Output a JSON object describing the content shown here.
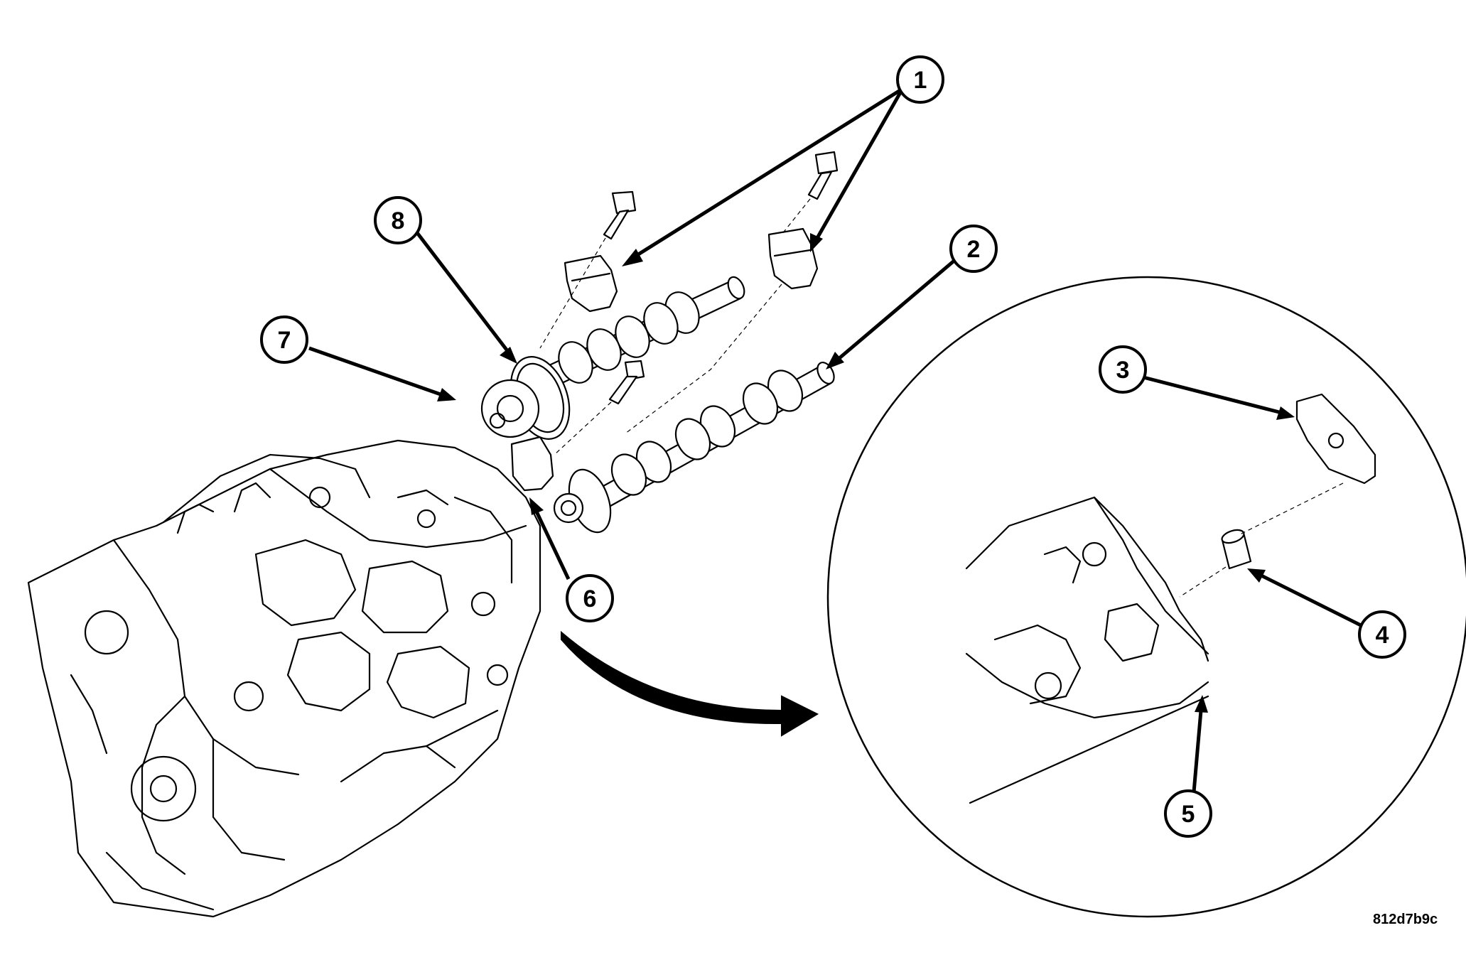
{
  "callouts": [
    {
      "id": "1",
      "label": "1"
    },
    {
      "id": "2",
      "label": "2"
    },
    {
      "id": "3",
      "label": "3"
    },
    {
      "id": "4",
      "label": "4"
    },
    {
      "id": "5",
      "label": "5"
    },
    {
      "id": "6",
      "label": "6"
    },
    {
      "id": "7",
      "label": "7"
    },
    {
      "id": "8",
      "label": "8"
    }
  ],
  "figure_id": "812d7b9c"
}
